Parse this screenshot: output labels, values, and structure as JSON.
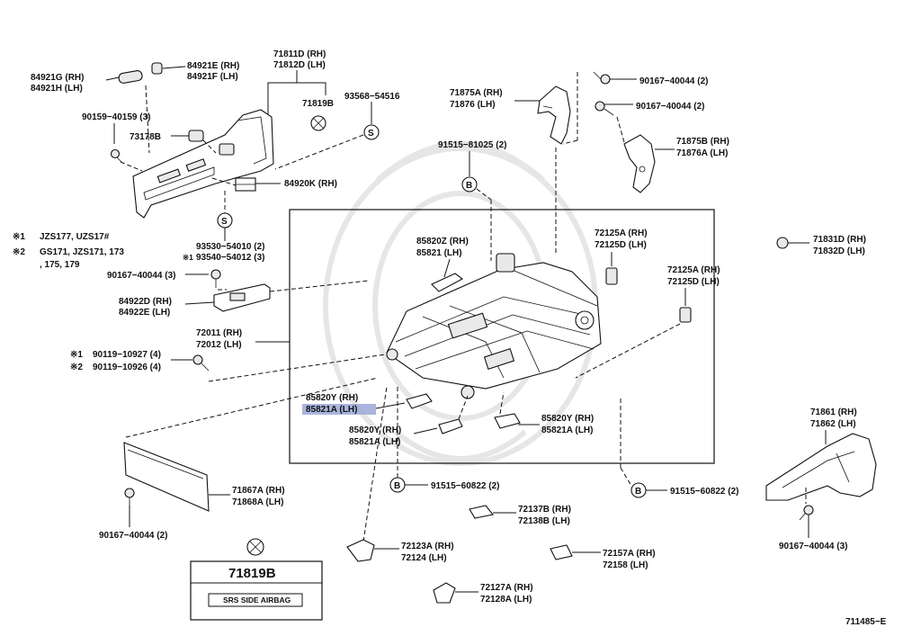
{
  "diagram_id": "711485−E",
  "notes": [
    {
      "mark": "※1",
      "text": "JZS177, UZS17#"
    },
    {
      "mark": "※2",
      "text": "GS171, JZS171, 173"
    },
    {
      "mark": "",
      "text": ", 175, 179"
    }
  ],
  "labels": {
    "p84921G": "84921G (RH)",
    "p84921H": "84921H (LH)",
    "p84921E": "84921E (RH)",
    "p84921F": "84921F (LH)",
    "p71811D": "71811D (RH)",
    "p71812D": "71812D (LH)",
    "p71819B": "71819B",
    "p93568": "93568−54516",
    "p90159": "90159−40159 (3)",
    "p73178B": "73178B",
    "p84920K": "84920K (RH)",
    "p93530": "93530−54010 (2)",
    "p93540": "93540−54012 (3)",
    "p90167a": "90167−40044 (3)",
    "p84922D": "84922D (RH)",
    "p84922E": "84922E (LH)",
    "p72011": "72011 (RH)",
    "p72012": "72012 (LH)",
    "p90119a": "90119−10927 (4)",
    "p90119b": "90119−10926 (4)",
    "p71875A": "71875A (RH)",
    "p71876": "71876  (LH)",
    "p90167b": "90167−40044 (2)",
    "p90167c": "90167−40044 (2)",
    "p71875B": "71875B (RH)",
    "p71876A": "71876A (LH)",
    "p91515a": "91515−81025 (2)",
    "p85820Z": "85820Z (RH)",
    "p85821": "85821   (LH)",
    "p72125Aa": "72125A (RH)",
    "p72125Da": "72125D (LH)",
    "p72125Ab": "72125A (RH)",
    "p72125Db": "72125D (LH)",
    "p71831D": "71831D (RH)",
    "p71832D": "71832D (LH)",
    "p85820Ya": "85820Y (RH)",
    "p85821Aa": "85821A (LH)",
    "p85820Yb": "85820Y (RH)",
    "p85821Ab": "85821A (LH)",
    "p85820Yc": "85820Y (RH)",
    "p85821Ac": "85821A (LH)",
    "p71867A": "71867A (RH)",
    "p71868A": "71868A (LH)",
    "p90167d": "90167−40044 (2)",
    "p91515b": "91515−60822 (2)",
    "p91515c": "91515−60822 (2)",
    "p72137B": "72137B (RH)",
    "p72138B": "72138B (LH)",
    "p72123A": "72123A (RH)",
    "p72124": "72124   (LH)",
    "p72157A": "72157A (RH)",
    "p72158": "72158   (LH)",
    "p72127A": "72127A (RH)",
    "p72128A": "72128A (LH)",
    "p71861": "71861 (RH)",
    "p71862": "71862 (LH)",
    "p90167e": "90167−40044 (3)",
    "box_title": "71819B",
    "box_plate": "SRS SIDE AIRBAG",
    "callout_s": "S",
    "callout_b": "B"
  },
  "highlight": {
    "part": "85821A (LH)",
    "color": "#9aa8d6"
  }
}
